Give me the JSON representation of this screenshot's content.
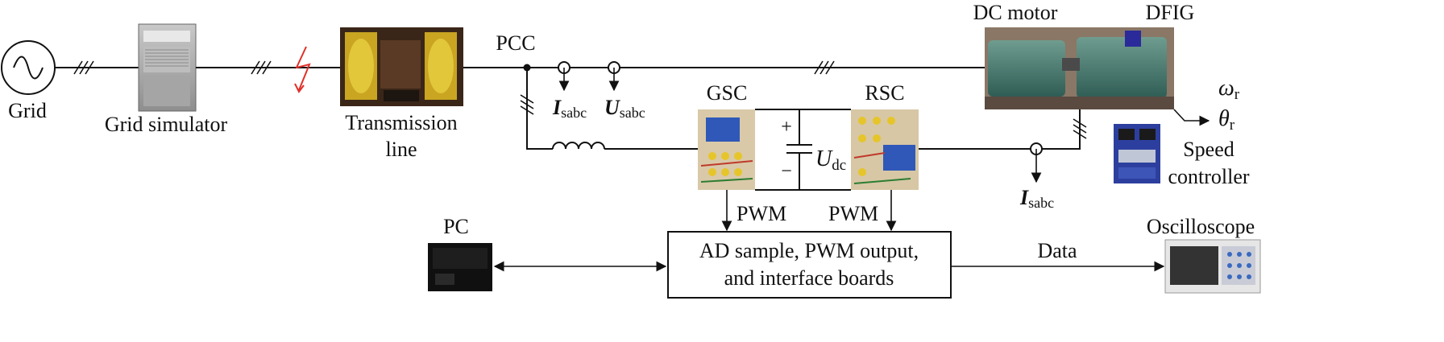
{
  "labels": {
    "grid": "Grid",
    "grid_simulator": "Grid simulator",
    "transmission_line_1": "Transmission",
    "transmission_line_2": "line",
    "pcc": "PCC",
    "i_sabc_main": "I",
    "i_sabc_main_sub": "sabc",
    "u_sabc": "U",
    "u_sabc_sub": "sabc",
    "gsc": "GSC",
    "rsc": "RSC",
    "udc": "U",
    "udc_sub": "dc",
    "plus": "+",
    "minus": "−",
    "dc_motor": "DC motor",
    "dfig": "DFIG",
    "omega": "ω",
    "omega_sub": "r",
    "theta": "θ",
    "theta_sub": "r",
    "speed_controller_1": "Speed",
    "speed_controller_2": "controller",
    "i_sabc_rotor": "I",
    "i_sabc_rotor_sub": "sabc",
    "pwm_left": "PWM",
    "pwm_right": "PWM",
    "pc": "PC",
    "board_1": "AD sample, PWM output,",
    "board_2": "and interface boards",
    "data": "Data",
    "oscilloscope": "Oscilloscope"
  },
  "icons": {
    "ac_source": "ac-source-icon",
    "fault": "lightning-icon",
    "inductor": "inductor-icon",
    "capacitor": "capacitor-icon",
    "current_sensor": "current-sensor-icon"
  },
  "colors": {
    "fault": "#e0302a",
    "line": "#111111"
  }
}
